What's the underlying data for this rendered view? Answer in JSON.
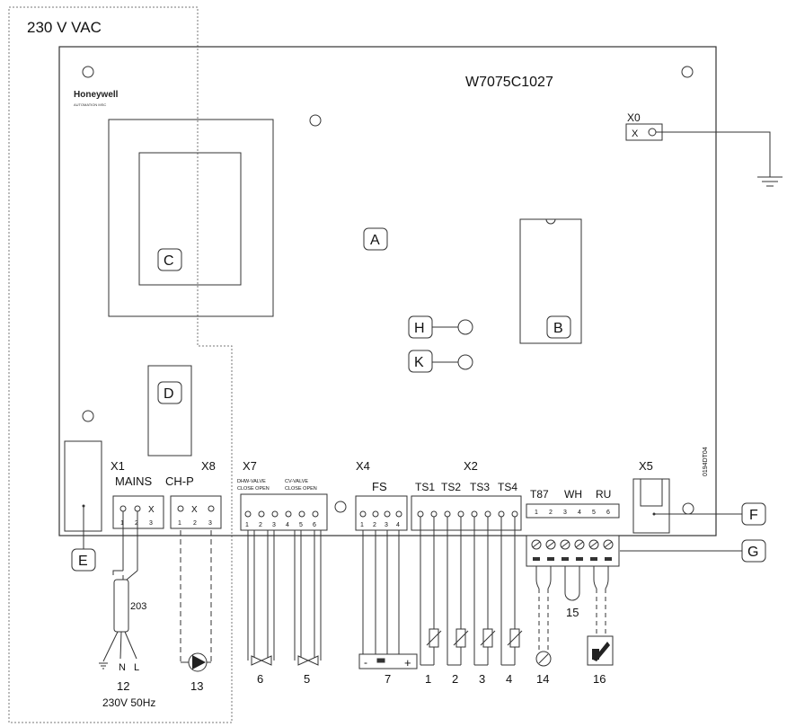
{
  "supply_label": "230 V VAC",
  "model": "W7075C1027",
  "brand": "Honeywell",
  "brand_sub": "AUTOMATION MSC",
  "part_code": "0194DT04",
  "component_letters": {
    "A": "A",
    "B": "B",
    "C": "C",
    "D": "D",
    "E": "E",
    "F": "F",
    "G": "G",
    "H": "H",
    "K": "K"
  },
  "connectors": {
    "x0": "X0",
    "x1": "X1",
    "x1_name": "MAINS",
    "x8": "X8",
    "x8_name": "CH-P",
    "x7": "X7",
    "x7_sub1": "DHW-VALVE",
    "x7_sub2": "CLOSE OPEN",
    "x7_sub3": "CV-VALVE",
    "x7_sub4": "CLOSE OPEN",
    "x4": "X4",
    "x4_name": "FS",
    "x2": "X2",
    "ts1": "TS1",
    "ts2": "TS2",
    "ts3": "TS3",
    "ts4": "TS4",
    "x5": "X5",
    "t87": "T87",
    "wh": "WH",
    "ru": "RU"
  },
  "pins": {
    "x1": [
      "1",
      "2",
      "3"
    ],
    "x8": [
      "1",
      "2",
      "3"
    ],
    "x7": [
      "1",
      "2",
      "3",
      "4",
      "5",
      "6"
    ],
    "x4": [
      "1",
      "2",
      "3",
      "4"
    ],
    "x5": [
      "1",
      "2",
      "3",
      "4",
      "5",
      "6"
    ]
  },
  "x8_mark": "X",
  "x1_mark": "X",
  "x0_mark": "X",
  "cable_label": "203",
  "mains_n": "N",
  "mains_l": "L",
  "bottom_numbers": {
    "mains": "12",
    "mains_spec": "230V  50Hz",
    "pump": "13",
    "dhw_valve": "6",
    "cv_valve": "5",
    "flow_sensor": "7",
    "ts1": "1",
    "ts2": "2",
    "ts3": "3",
    "ts4": "4",
    "t87": "14",
    "wh": "15",
    "ru": "16"
  },
  "fs_minus": "-",
  "fs_plus": "+"
}
